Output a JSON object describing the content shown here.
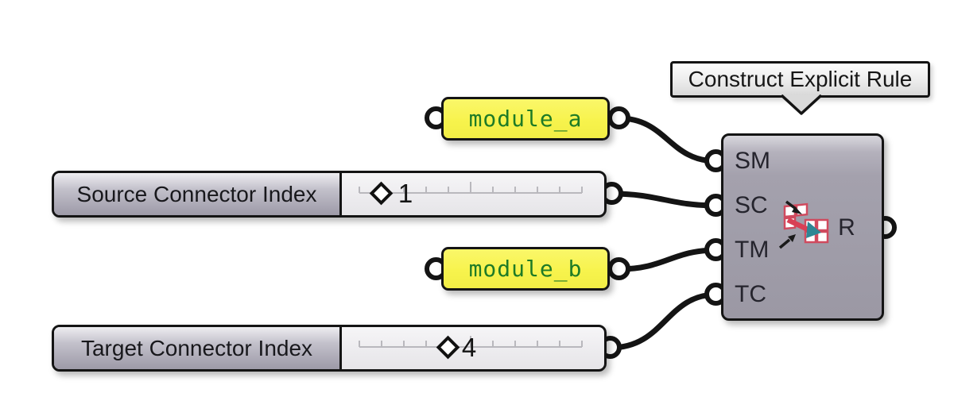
{
  "tooltip": {
    "text": "Construct Explicit Rule"
  },
  "component": {
    "name": "Construct Explicit Rule",
    "inputs": [
      "SM",
      "SC",
      "TM",
      "TC"
    ],
    "output_label": "R",
    "icon": "explicit-rule-icon"
  },
  "panels": [
    {
      "text": "module_a"
    },
    {
      "text": "module_b"
    }
  ],
  "sliders": [
    {
      "label": "Source Connector Index",
      "value": "1"
    },
    {
      "label": "Target Connector Index",
      "value": "4"
    }
  ],
  "colors": {
    "panel_yellow": "#f7f34d",
    "panel_text_green": "#1e7b26",
    "component_gray": "#9b98a4",
    "slider_label_gray": "#b3b1bc",
    "wire_black": "#141414",
    "icon_red": "#d84055",
    "icon_teal": "#2e8694"
  }
}
